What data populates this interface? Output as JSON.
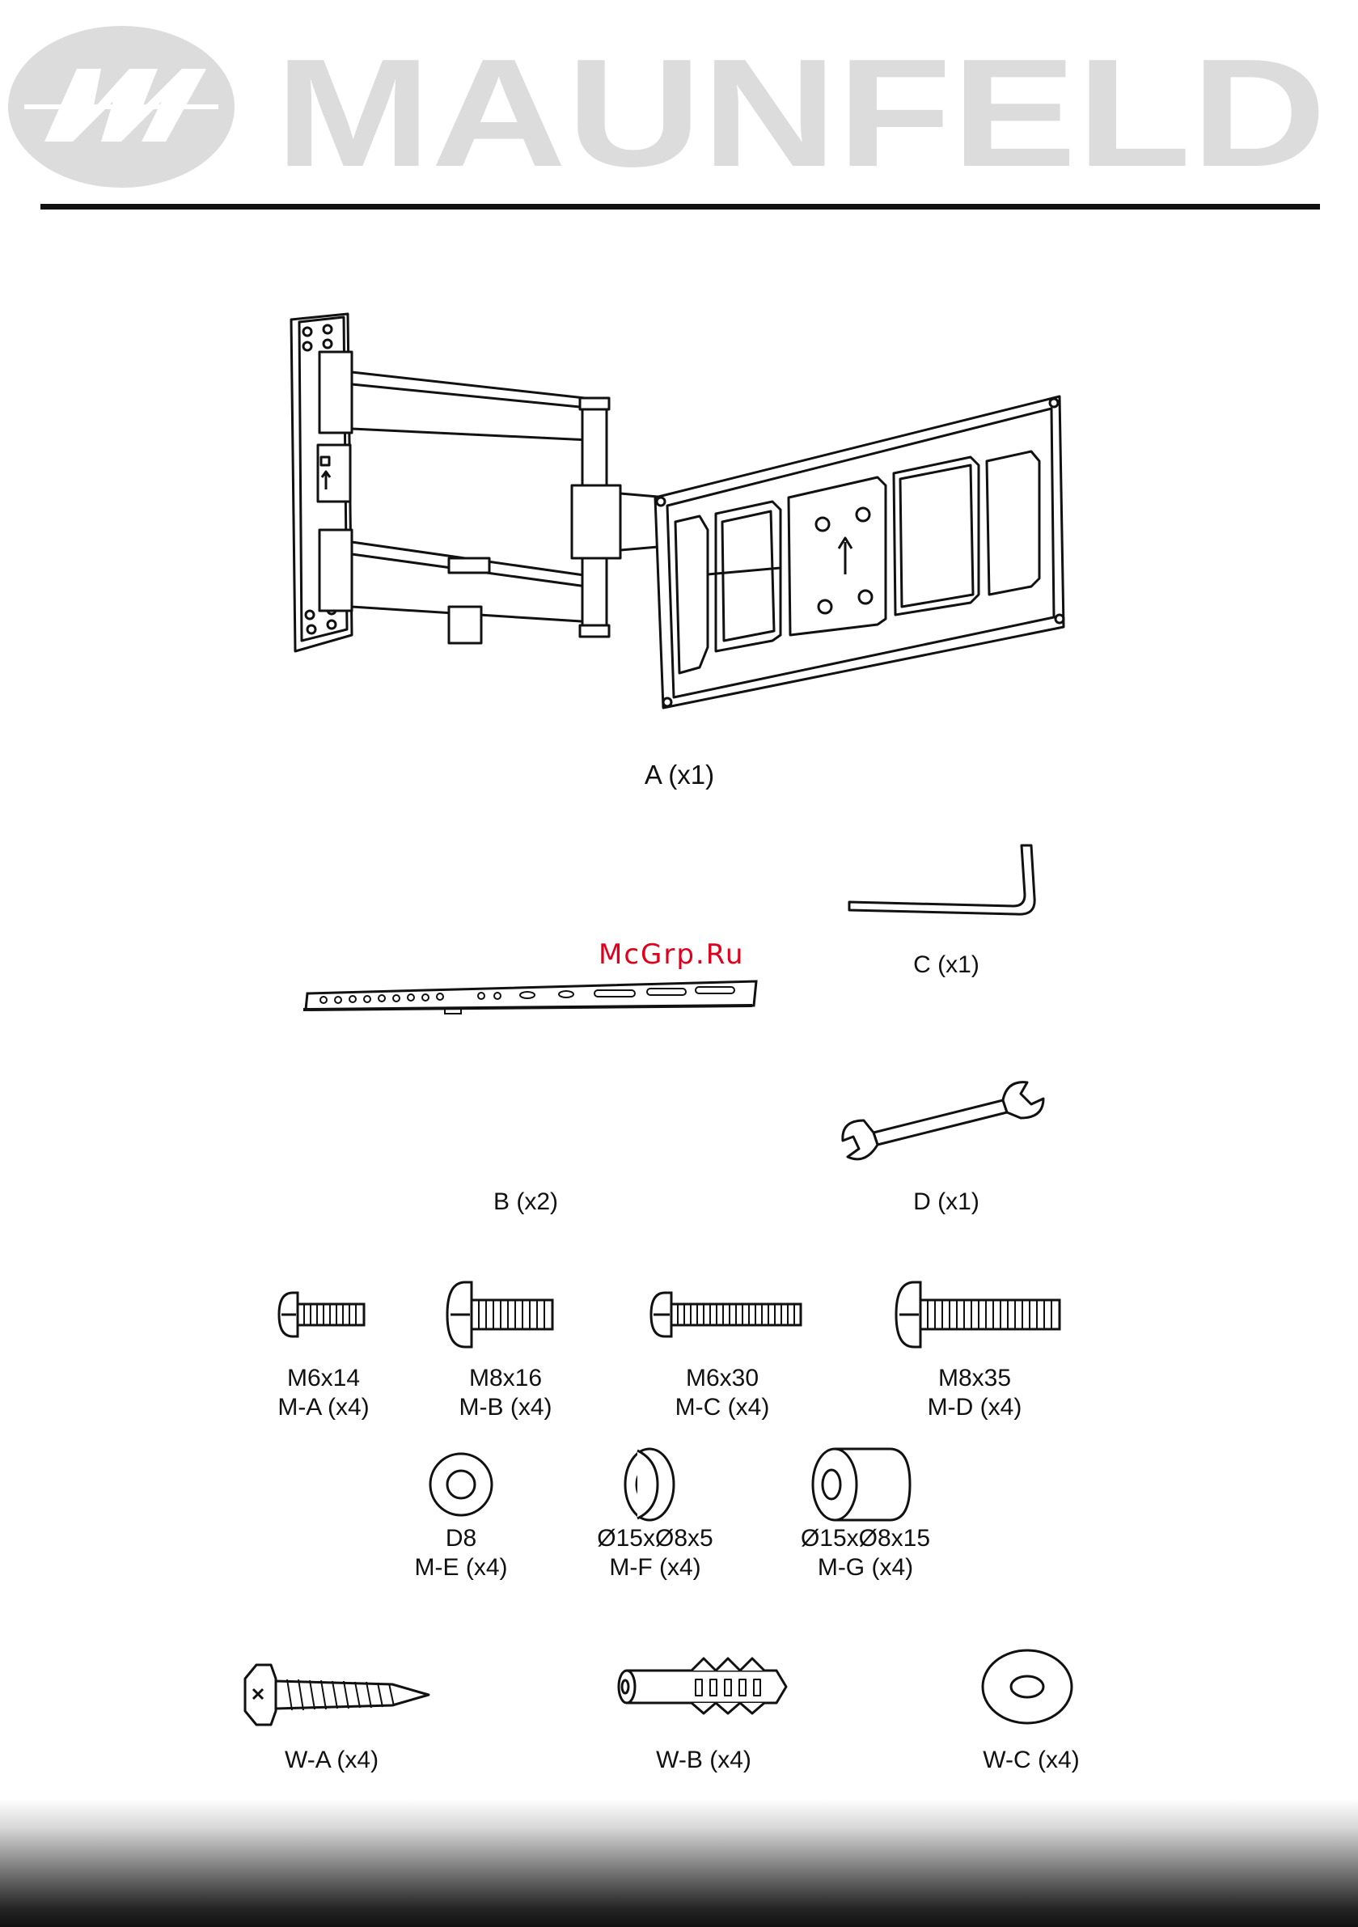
{
  "brand": {
    "name": "MAUNFELD",
    "logo_icon": "maunfeld-m-emblem-icon"
  },
  "watermark": "McGrp.Ru",
  "parts": {
    "A": "A (x1)",
    "B": "B (x2)",
    "C": "C (x1)",
    "D": "D (x1)"
  },
  "screws": [
    {
      "size": "M6x14",
      "code": "M-A (x4)"
    },
    {
      "size": "M8x16",
      "code": "M-B (x4)"
    },
    {
      "size": "M6x30",
      "code": "M-C (x4)"
    },
    {
      "size": "M8x35",
      "code": "M-D (x4)"
    }
  ],
  "washers": [
    {
      "size": "D8",
      "code": "M-E (x4)"
    },
    {
      "size": "Ø15xØ8x5",
      "code": "M-F (x4)"
    },
    {
      "size": "Ø15xØ8x15",
      "code": "M-G (x4)"
    }
  ],
  "wall_hardware": [
    {
      "code": "W-A (x4)",
      "icon": "lag-bolt-icon"
    },
    {
      "code": "W-B (x4)",
      "icon": "wall-anchor-icon"
    },
    {
      "code": "W-C (x4)",
      "icon": "flat-washer-icon"
    }
  ]
}
